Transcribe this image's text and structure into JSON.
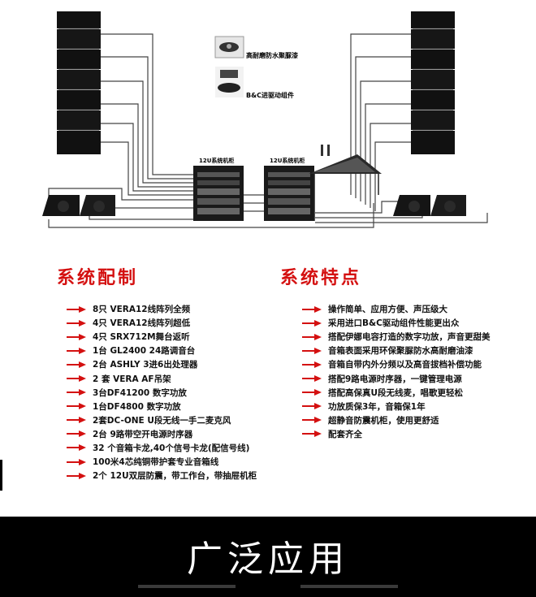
{
  "diagram": {
    "rack_left_label": "12U系统机柜",
    "rack_right_label": "12U系统机柜",
    "callout_top": "高耐磨防水聚脲漆",
    "callout_bottom": "B&C进驱动组件"
  },
  "config": {
    "title": "系统配制",
    "items": [
      "8只 VERA12线阵列全频",
      "4只 VERA12线阵列超低",
      "4只 SRX712M舞台返听",
      "1台 GL2400 24路调音台",
      "2台 ASHLY 3进6出处理器",
      "2 套 VERA AF吊架",
      "3台DF41200 数字功放",
      "1台DF4800 数字功放",
      "2套DC-ONE U段无线一手二麦克风",
      "2台 9路带空开电源时序器",
      "32 个音箱卡龙,40个信号卡龙(配信号线)",
      "100米4芯纯铜带护套专业音箱线",
      "2个 12U双层防震，带工作台，带抽屉机柜"
    ]
  },
  "features": {
    "title": "系统特点",
    "items": [
      " 操作简单、应用方便、声压级大",
      "采用进口B&C驱动组件性能更出众",
      "搭配伊娜电容打造的数字功放，声音更甜美",
      "音箱表面采用环保聚脲防水高耐磨油漆",
      "音箱自带内外分频以及高音拔档补偿功能",
      "搭配9路电源时序器，一键管理电源",
      "搭配高保真U段无线麦，唱歌更轻松",
      "功放质保3年，音箱保1年",
      "超静音防震机柜，使用更舒适",
      "配套齐全"
    ]
  },
  "footer": {
    "title": "广泛应用"
  },
  "colors": {
    "accent": "#d41010",
    "footer_bg": "#000000"
  }
}
